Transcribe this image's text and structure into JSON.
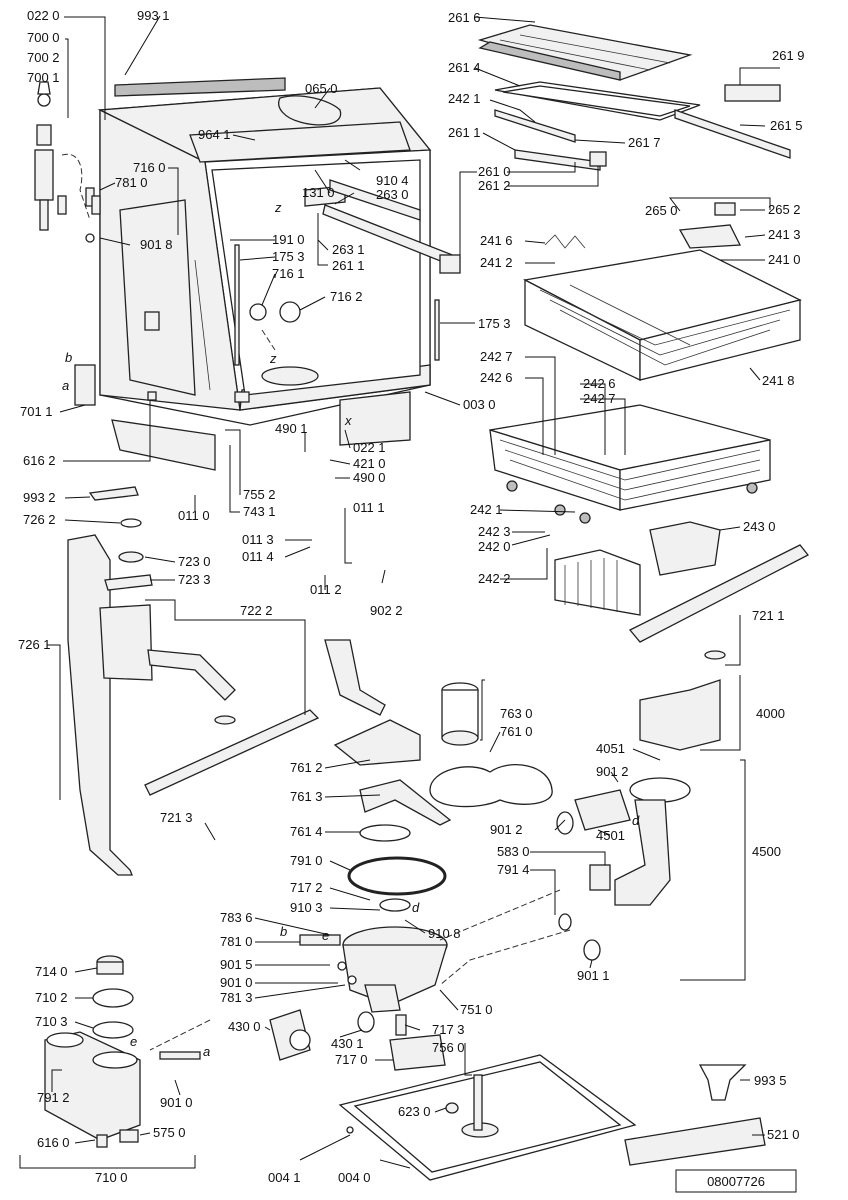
{
  "labels": [
    {
      "id": "l0220",
      "text": "022 0"
    },
    {
      "id": "l7000",
      "text": "700 0"
    },
    {
      "id": "l7002",
      "text": "700 2"
    },
    {
      "id": "l7001",
      "text": "700 1"
    },
    {
      "id": "l9931",
      "text": "993 1"
    },
    {
      "id": "l0650",
      "text": "065 0"
    },
    {
      "id": "l9641",
      "text": "964 1"
    },
    {
      "id": "l7160",
      "text": "716 0"
    },
    {
      "id": "l7810a",
      "text": "781 0"
    },
    {
      "id": "l9018",
      "text": "901 8"
    },
    {
      "id": "l1310",
      "text": "131 0"
    },
    {
      "id": "l9104",
      "text": "910 4"
    },
    {
      "id": "l2630",
      "text": "263 0"
    },
    {
      "id": "l1910",
      "text": "191 0"
    },
    {
      "id": "l2631",
      "text": "263 1"
    },
    {
      "id": "l2611b",
      "text": "261 1"
    },
    {
      "id": "l1753a",
      "text": "175 3"
    },
    {
      "id": "l7161",
      "text": "716 1"
    },
    {
      "id": "l7162",
      "text": "716 2"
    },
    {
      "id": "l1753b",
      "text": "175 3"
    },
    {
      "id": "l2616",
      "text": "261 6"
    },
    {
      "id": "l2614",
      "text": "261 4"
    },
    {
      "id": "l2619",
      "text": "261 9"
    },
    {
      "id": "l2421a",
      "text": "242 1"
    },
    {
      "id": "l2611a",
      "text": "261 1"
    },
    {
      "id": "l2615",
      "text": "261 5"
    },
    {
      "id": "l2617",
      "text": "261 7"
    },
    {
      "id": "l2610",
      "text": "261 0"
    },
    {
      "id": "l2612",
      "text": "261 2"
    },
    {
      "id": "l2650",
      "text": "265 0"
    },
    {
      "id": "l2652",
      "text": "265 2"
    },
    {
      "id": "l2416",
      "text": "241 6"
    },
    {
      "id": "l2413",
      "text": "241 3"
    },
    {
      "id": "l2412",
      "text": "241 2"
    },
    {
      "id": "l2410",
      "text": "241 0"
    },
    {
      "id": "l2418",
      "text": "241 8"
    },
    {
      "id": "l7011",
      "text": "701 1"
    },
    {
      "id": "l0030",
      "text": "003 0"
    },
    {
      "id": "l2427a",
      "text": "242 7"
    },
    {
      "id": "l2426a",
      "text": "242 6"
    },
    {
      "id": "l2426b",
      "text": "242 6"
    },
    {
      "id": "l2427b",
      "text": "242 7"
    },
    {
      "id": "l4901",
      "text": "490 1"
    },
    {
      "id": "l0221",
      "text": "022 1"
    },
    {
      "id": "l6162",
      "text": "616 2"
    },
    {
      "id": "l4210",
      "text": "421 0"
    },
    {
      "id": "l4900",
      "text": "490 0"
    },
    {
      "id": "l9932",
      "text": "993 2"
    },
    {
      "id": "l7552",
      "text": "755 2"
    },
    {
      "id": "l7431",
      "text": "743 1"
    },
    {
      "id": "l0110",
      "text": "011 0"
    },
    {
      "id": "l7262",
      "text": "726 2"
    },
    {
      "id": "l0111",
      "text": "011 1"
    },
    {
      "id": "l0113",
      "text": "011 3"
    },
    {
      "id": "l7230",
      "text": "723 0"
    },
    {
      "id": "l0114",
      "text": "011 4"
    },
    {
      "id": "l7233",
      "text": "723 3"
    },
    {
      "id": "l0112",
      "text": "011 2"
    },
    {
      "id": "l9022",
      "text": "902 2"
    },
    {
      "id": "l2421b",
      "text": "242 1"
    },
    {
      "id": "l2423",
      "text": "242 3"
    },
    {
      "id": "l2420",
      "text": "242 0"
    },
    {
      "id": "l2430",
      "text": "243 0"
    },
    {
      "id": "l2422",
      "text": "242 2"
    },
    {
      "id": "l7222",
      "text": "722 2"
    },
    {
      "id": "l7261",
      "text": "726 1"
    },
    {
      "id": "l7211",
      "text": "721 1"
    },
    {
      "id": "l4000",
      "text": "4000"
    },
    {
      "id": "l7630",
      "text": "763 0"
    },
    {
      "id": "l7610",
      "text": "761 0"
    },
    {
      "id": "l4051",
      "text": "4051"
    },
    {
      "id": "l9012",
      "text": "901 2"
    },
    {
      "id": "l7612",
      "text": "761 2"
    },
    {
      "id": "l7613",
      "text": "761 3"
    },
    {
      "id": "l9012b",
      "text": "901 2"
    },
    {
      "id": "l4501",
      "text": "4501"
    },
    {
      "id": "l7213",
      "text": "721 3"
    },
    {
      "id": "l7614",
      "text": "761 4"
    },
    {
      "id": "l5830",
      "text": "583 0"
    },
    {
      "id": "l4500",
      "text": "4500"
    },
    {
      "id": "l7910",
      "text": "791 0"
    },
    {
      "id": "l7914",
      "text": "791 4"
    },
    {
      "id": "l7172",
      "text": "717 2"
    },
    {
      "id": "l9103",
      "text": "910 3"
    },
    {
      "id": "l7836",
      "text": "783 6"
    },
    {
      "id": "l9108",
      "text": "910 8"
    },
    {
      "id": "l7810b",
      "text": "781 0"
    },
    {
      "id": "l9015",
      "text": "901 5"
    },
    {
      "id": "l9010a",
      "text": "901 0"
    },
    {
      "id": "l7813",
      "text": "781 3"
    },
    {
      "id": "l9011",
      "text": "901 1"
    },
    {
      "id": "l7140",
      "text": "714 0"
    },
    {
      "id": "l7102",
      "text": "710 2"
    },
    {
      "id": "l7510",
      "text": "751 0"
    },
    {
      "id": "l7103",
      "text": "710 3"
    },
    {
      "id": "l4300",
      "text": "430 0"
    },
    {
      "id": "l4301",
      "text": "430 1"
    },
    {
      "id": "l7173",
      "text": "717 3"
    },
    {
      "id": "l7560",
      "text": "756 0"
    },
    {
      "id": "l7170",
      "text": "717 0"
    },
    {
      "id": "l7912",
      "text": "791 2"
    },
    {
      "id": "l9010b",
      "text": "901 0"
    },
    {
      "id": "l6230",
      "text": "623 0"
    },
    {
      "id": "l9935",
      "text": "993 5"
    },
    {
      "id": "l6160",
      "text": "616 0"
    },
    {
      "id": "l5750",
      "text": "575 0"
    },
    {
      "id": "l5210",
      "text": "521 0"
    },
    {
      "id": "l7100",
      "text": "710 0"
    },
    {
      "id": "l0041",
      "text": "004 1"
    },
    {
      "id": "l0040",
      "text": "004 0"
    }
  ],
  "callout_letters": [
    {
      "id": "ca1",
      "text": "a"
    },
    {
      "id": "cb1",
      "text": "b"
    },
    {
      "id": "cz1",
      "text": "z"
    },
    {
      "id": "cz2",
      "text": "z"
    },
    {
      "id": "cx1",
      "text": "x"
    },
    {
      "id": "cd1",
      "text": "d"
    },
    {
      "id": "cd2",
      "text": "d"
    },
    {
      "id": "ce1",
      "text": "e"
    },
    {
      "id": "cb2",
      "text": "b"
    },
    {
      "id": "ce2",
      "text": "e"
    },
    {
      "id": "ca2",
      "text": "a"
    }
  ],
  "reference_number": "08007726",
  "colors": {
    "line": "#111111",
    "part_fill": "#f1f1f1",
    "background": "#ffffff"
  }
}
